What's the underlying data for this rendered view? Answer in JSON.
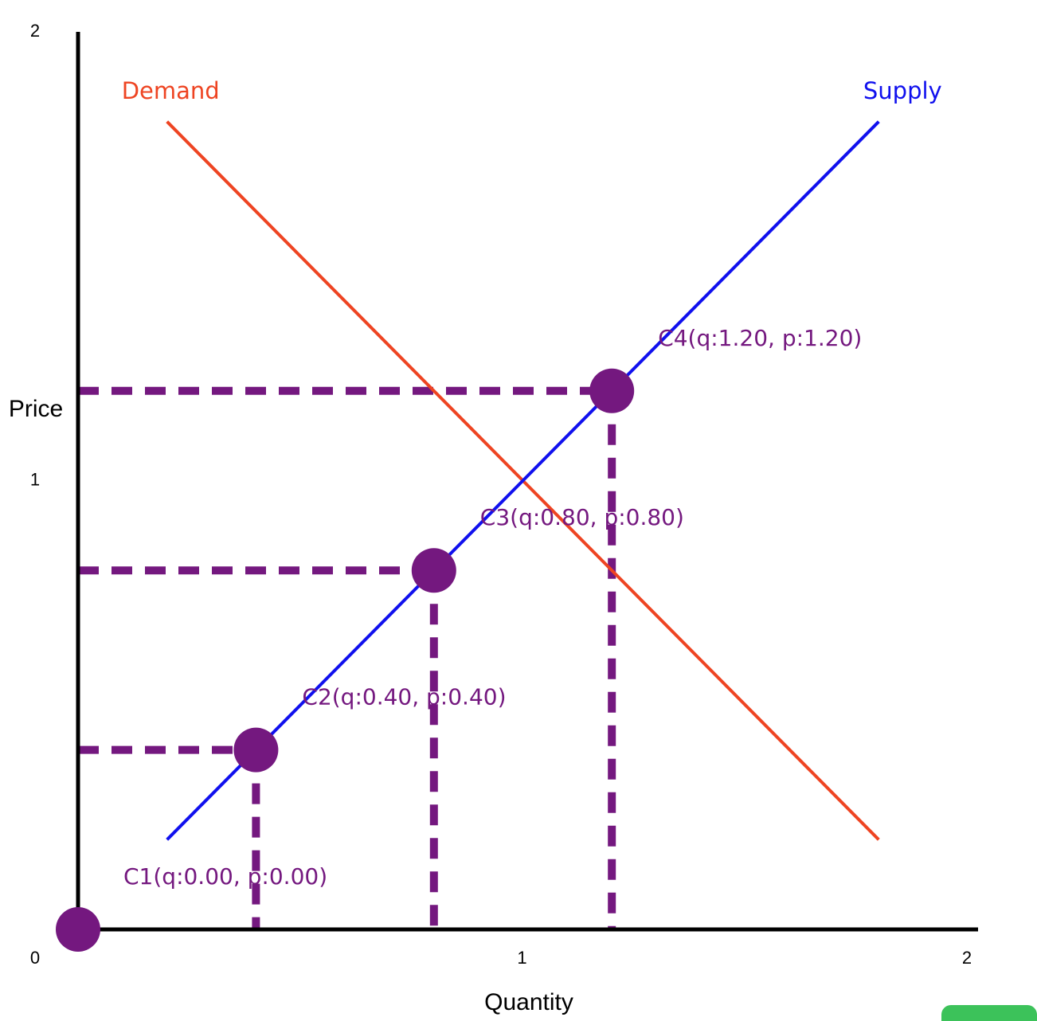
{
  "chart_data": {
    "type": "line",
    "title": "",
    "xlabel": "Quantity",
    "ylabel": "Price",
    "xlim": [
      0,
      2
    ],
    "ylim": [
      0,
      2
    ],
    "x_ticks": [
      "0",
      "1",
      "2"
    ],
    "y_ticks": [
      "0",
      "1",
      "2"
    ],
    "grid": false,
    "series": [
      {
        "name": "Demand",
        "color": "#ee4422",
        "points": [
          [
            0.2,
            1.8
          ],
          [
            1.8,
            0.2
          ]
        ]
      },
      {
        "name": "Supply",
        "color": "#1010ee",
        "points": [
          [
            0.2,
            0.2
          ],
          [
            1.8,
            1.8
          ]
        ]
      }
    ],
    "points": [
      {
        "label": "C1(q:0.00, p:0.00)",
        "q": 0.0,
        "p": 0.0
      },
      {
        "label": "C2(q:0.40, p:0.40)",
        "q": 0.4,
        "p": 0.4
      },
      {
        "label": "C3(q:0.80, p:0.80)",
        "q": 0.8,
        "p": 0.8
      },
      {
        "label": "C4(q:1.20, p:1.20)",
        "q": 1.2,
        "p": 1.2
      }
    ],
    "point_color": "#74187f"
  }
}
